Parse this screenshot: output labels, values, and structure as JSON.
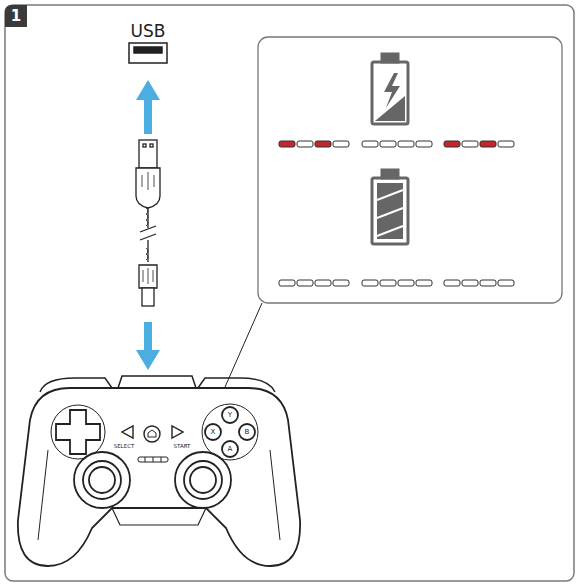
{
  "diagram": {
    "nodes": [
      {
        "text": [
          "1"
        ]
      }
    ],
    "labels": [
      "USB",
      "SELECT",
      "START",
      "Y",
      "X",
      "B",
      "A"
    ]
  }
}
